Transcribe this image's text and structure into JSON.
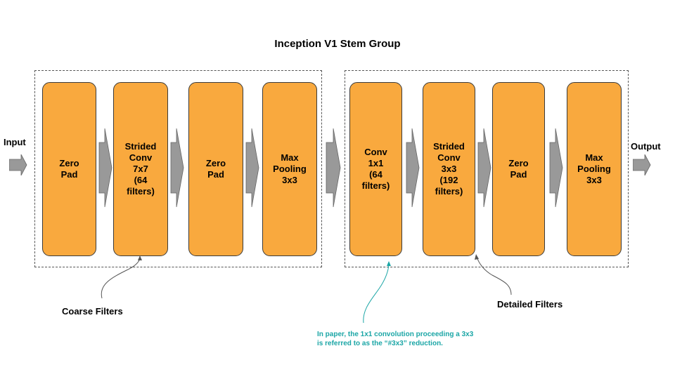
{
  "title": "Inception V1 Stem Group",
  "io": {
    "input": "Input",
    "output": "Output"
  },
  "blocks": [
    "Zero\nPad",
    "Strided\nConv\n7x7\n(64\nfilters)",
    "Zero\nPad",
    "Max\nPooling\n3x3",
    "Conv\n1x1\n(64\nfilters)",
    "Strided\nConv\n3x3\n(192\nfilters)",
    "Zero\nPad",
    "Max\nPooling\n3x3"
  ],
  "annotations": {
    "coarse": "Coarse Filters",
    "detailed": "Detailed Filters",
    "note": "In paper, the 1x1 convolution proceeding a 3x3\nis referred to as the “#3x3” reduction."
  },
  "colors": {
    "block_fill": "#f9a93e",
    "arrow_fill": "#999999",
    "note_text": "#1ba6a6"
  }
}
